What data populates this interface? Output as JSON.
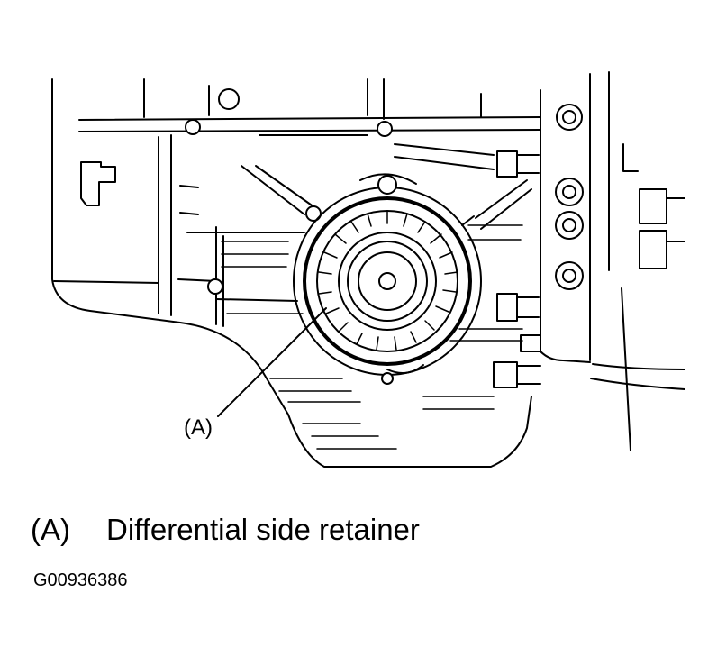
{
  "diagram": {
    "callout": {
      "label": "(A)"
    }
  },
  "caption": {
    "key": "(A)",
    "text": "Differential side retainer"
  },
  "figure_id": "G00936386"
}
